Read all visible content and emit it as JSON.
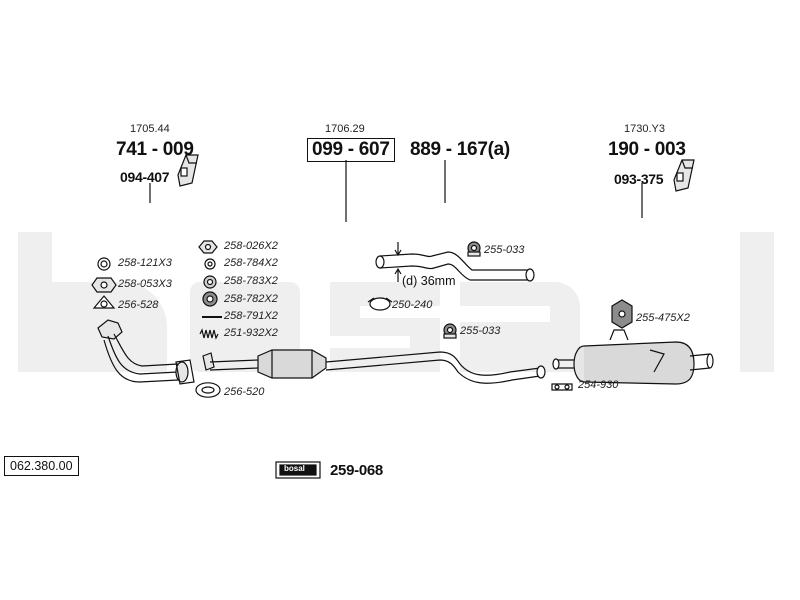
{
  "watermark": "bosal",
  "parts": {
    "left_ref": "1705.44",
    "left_main": "741 - 009",
    "left_sub": "094-407",
    "center_ref": "1706.29",
    "center_main": "099 - 607",
    "mid_main": "889 - 167(a)",
    "right_ref": "1730.Y3",
    "right_main": "190 - 003",
    "right_sub": "093-375"
  },
  "labels": {
    "l_258_121": "258-121X3",
    "l_258_053": "258-053X3",
    "l_256_528": "256-528",
    "l_258_026": "258-026X2",
    "l_258_784": "258-784X2",
    "l_258_783": "258-783X2",
    "l_258_782": "258-782X2",
    "l_258_791": "258-791X2",
    "l_251_932": "251-932X2",
    "l_256_520": "256-520",
    "l_255_033_top": "255-033",
    "l_dim": "(d) 36mm",
    "l_250_240": "250-240",
    "l_255_033_mid": "255-033",
    "l_255_475": "255-475X2",
    "l_254_930": "254-930"
  },
  "footer": {
    "catalog_number": "062.380.00",
    "kit_brand": "bosal",
    "kit_number": "259-068"
  },
  "colors": {
    "line": "#111111",
    "watermark": "#efefef",
    "part_fill": "#d9d9d9",
    "part_dark": "#8c8c8c"
  }
}
